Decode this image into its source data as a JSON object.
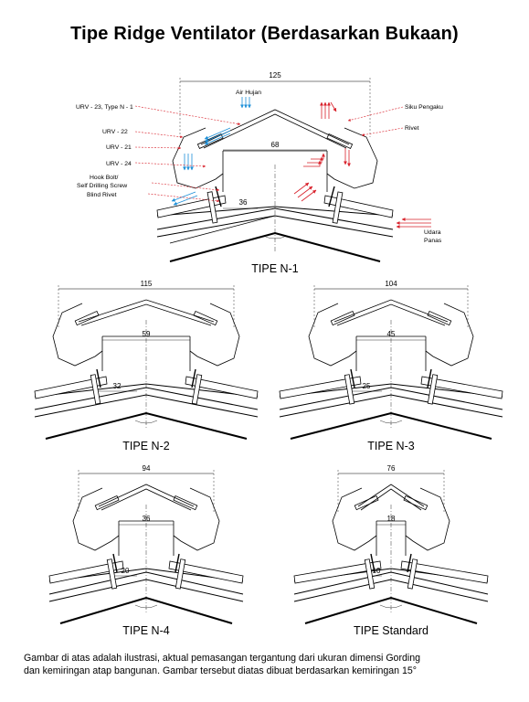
{
  "title": "Tipe Ridge Ventilator (Berdasarkan Bukaan)",
  "labels": {
    "air_hujan": "Air Hujan",
    "urv23": "URV - 23, Type N - 1",
    "urv22": "URV - 22",
    "urv21": "URV - 21",
    "urv24": "URV - 24",
    "hook1": "Hook Bolt/",
    "hook2": "Self Drilling Screw",
    "blind": "Blind Rivet",
    "siku": "Siku Pengaku",
    "rivet": "Rivet",
    "udara1": "Udara",
    "udara2": "Panas"
  },
  "types": [
    {
      "id": "n1",
      "caption": "TIPE N-1",
      "overall": "125",
      "opening": "68",
      "gap": "36"
    },
    {
      "id": "n2",
      "caption": "TIPE N-2",
      "overall": "115",
      "opening": "59",
      "gap": "32"
    },
    {
      "id": "n3",
      "caption": "TIPE N-3",
      "overall": "104",
      "opening": "45",
      "gap": "25"
    },
    {
      "id": "n4",
      "caption": "TIPE N-4",
      "overall": "94",
      "opening": "36",
      "gap": "20"
    },
    {
      "id": "std",
      "caption": "TIPE Standard",
      "overall": "76",
      "opening": "18",
      "gap": "10"
    }
  ],
  "note": {
    "line1": "Gambar di atas adalah ilustrasi, aktual pemasangan tergantung dari ukuran dimensi Gording",
    "line2": "dan kemiringan atap bangunan.  Gambar tersebut diatas dibuat berdasarkan kemiringan 15°"
  },
  "colors": {
    "rain_arrow": "#1e90d8",
    "air_arrow": "#d8202a",
    "line": "#000000"
  }
}
